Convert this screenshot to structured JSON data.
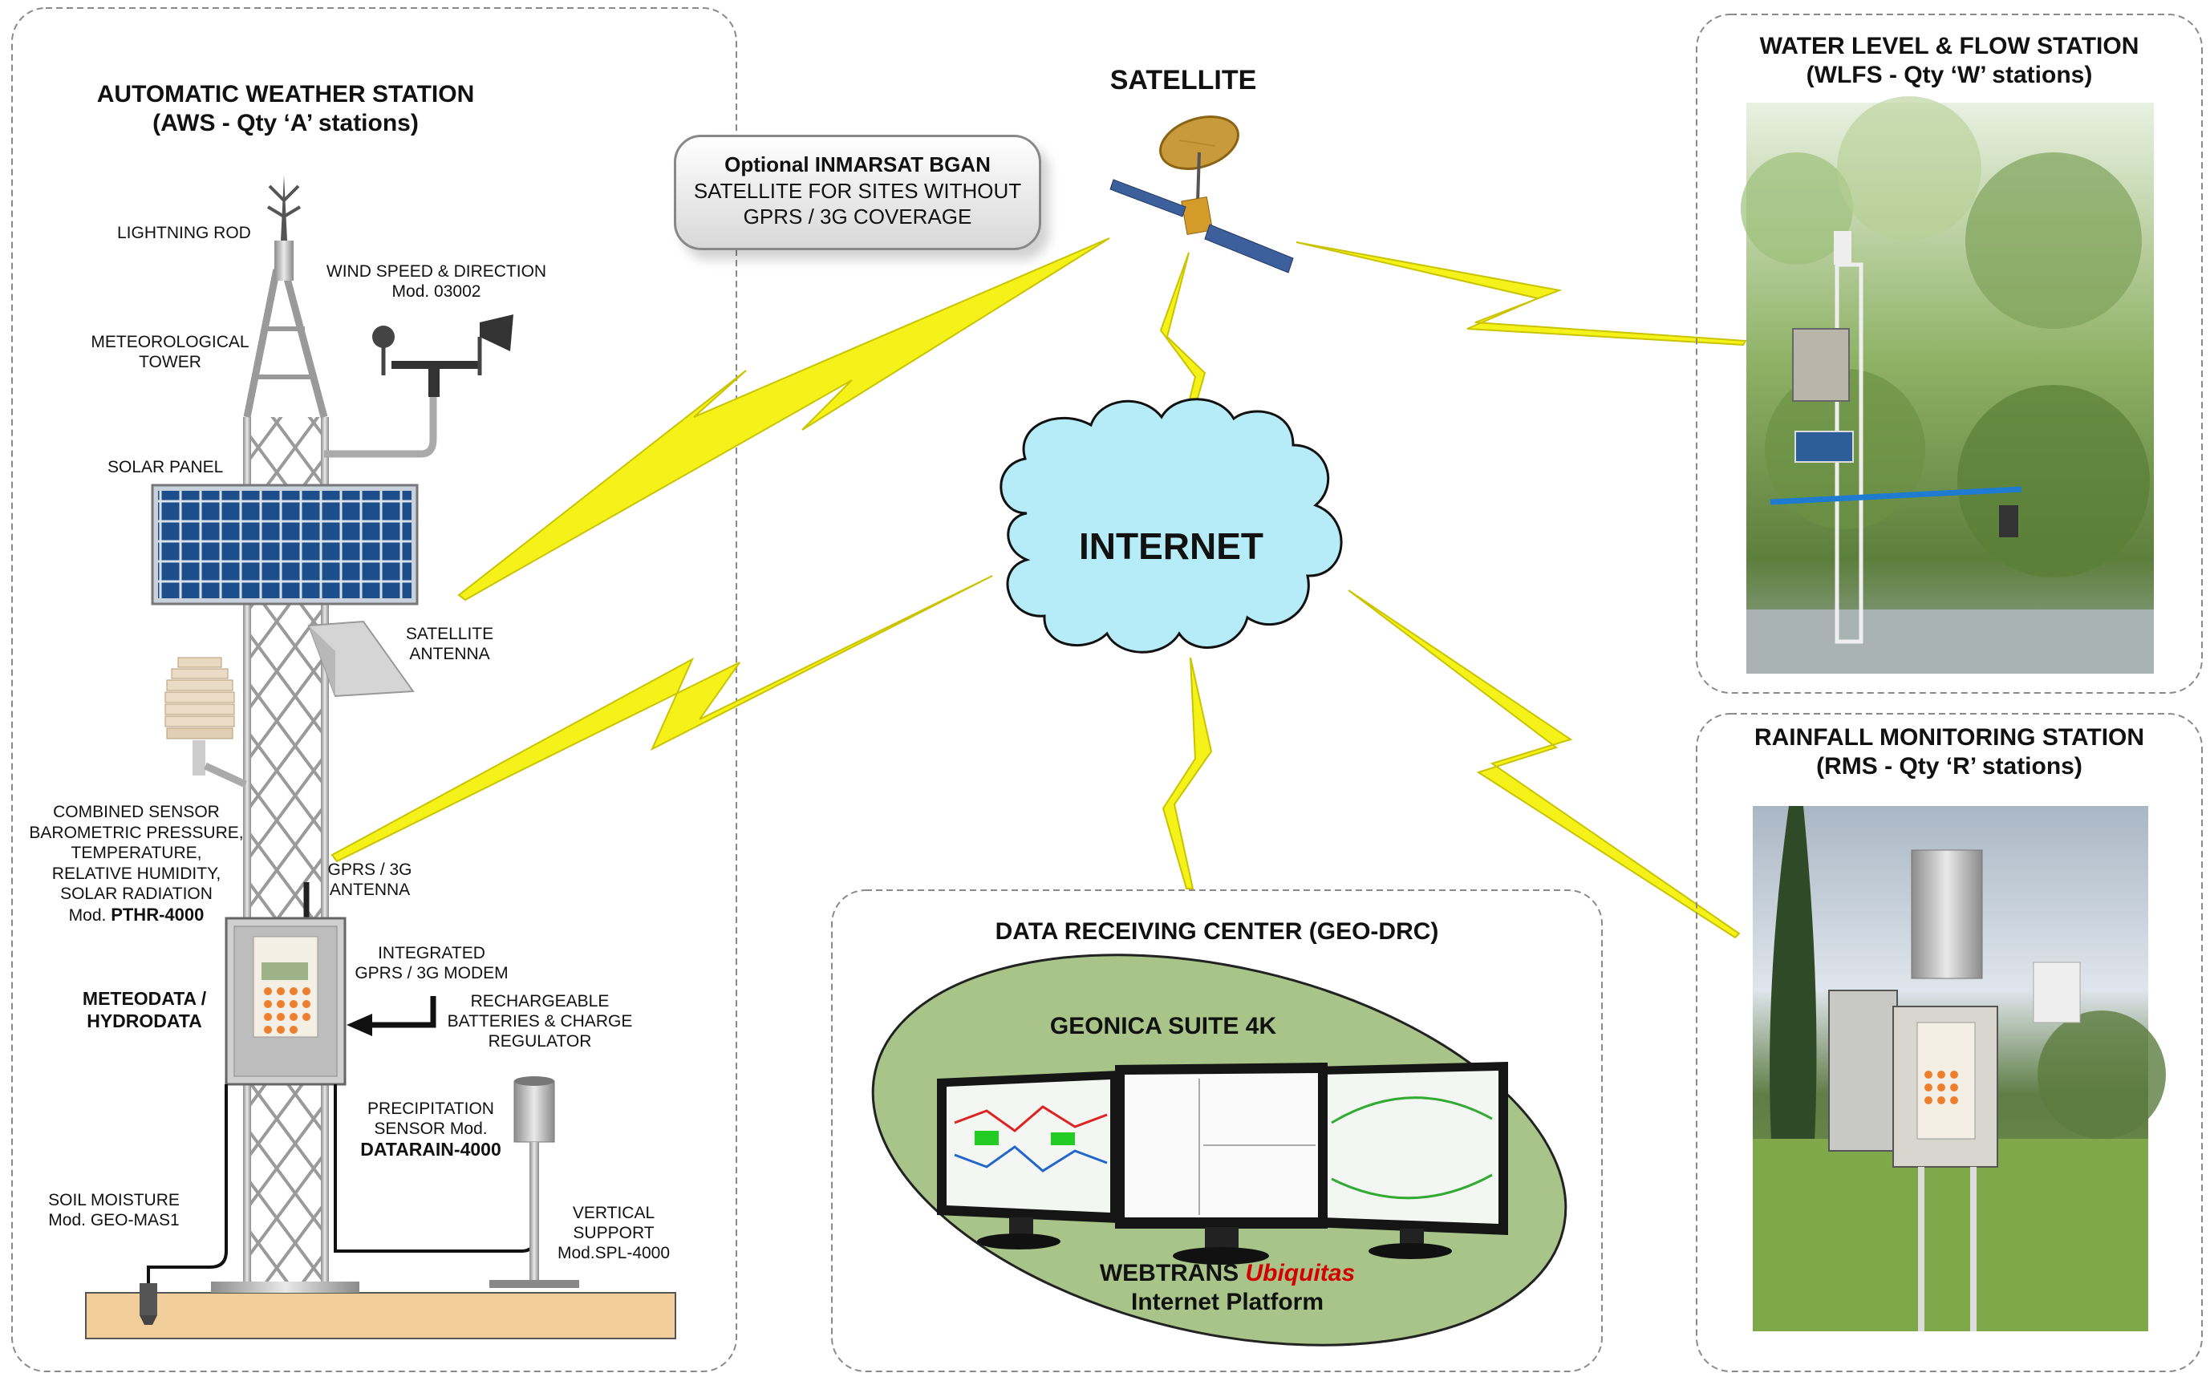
{
  "aws": {
    "title_line1": "AUTOMATIC WEATHER STATION",
    "title_line2": "(AWS - Qty ‘A’ stations)",
    "lightning_rod": "LIGHTNING ROD",
    "wind_line1": "WIND SPEED & DIRECTION",
    "wind_line2": "Mod. 03002",
    "tower_line1": "METEOROLOGICAL",
    "tower_line2": "TOWER",
    "solar_panel": "SOLAR PANEL",
    "sat_antenna_line1": "SATELLITE",
    "sat_antenna_line2": "ANTENNA",
    "sensor_lines": [
      "COMBINED SENSOR",
      "BAROMETRIC PRESSURE,",
      "TEMPERATURE,",
      "RELATIVE HUMIDITY,",
      "SOLAR RADIATION"
    ],
    "sensor_mod_prefix": "Mod. ",
    "sensor_mod_name": "PTHR-4000",
    "gprs_antenna_line1": "GPRS / 3G",
    "gprs_antenna_line2": "ANTENNA",
    "logger_line1": "METEODATA /",
    "logger_line2": "HYDRODATA",
    "modem_line1": "INTEGRATED",
    "modem_line2": "GPRS / 3G MODEM",
    "battery_lines": [
      "RECHARGEABLE",
      "BATTERIES & CHARGE",
      "REGULATOR"
    ],
    "precip_line1": "PRECIPITATION",
    "precip_line2": "SENSOR Mod.",
    "precip_name": "DATARAIN-4000",
    "soil_line1": "SOIL MOISTURE",
    "soil_line2": "Mod. GEO-MAS1",
    "support_lines": [
      "VERTICAL",
      "SUPPORT",
      "Mod.SPL-4000"
    ]
  },
  "satellite": {
    "title": "SATELLITE",
    "bgan_bold": "Optional INMARSAT BGAN",
    "bgan_line2": "SATELLITE FOR SITES WITHOUT",
    "bgan_line3": "GPRS / 3G COVERAGE"
  },
  "internet": {
    "label": "INTERNET"
  },
  "wlfs": {
    "title_line1": "WATER LEVEL & FLOW STATION",
    "title_line2": "(WLFS - Qty ‘W’ stations)"
  },
  "rms": {
    "title_line1": "RAINFALL MONITORING STATION",
    "title_line2": "(RMS - Qty ‘R’ stations)"
  },
  "drc": {
    "title": "DATA RECEIVING CENTER (GEO-DRC)",
    "suite": "GEONICA SUITE 4K",
    "webtrans": "WEBTRANS ",
    "ubiquitas": "Ubiquitas",
    "platform": "Internet Platform"
  },
  "colors": {
    "bolt": "#f5f21a",
    "cloud": "#b6ecf7",
    "ellipse": "#a8c488",
    "solar_cell": "#1d4e8c",
    "ubiquitas_red": "#d40000",
    "ground": "#f2cf9a"
  }
}
